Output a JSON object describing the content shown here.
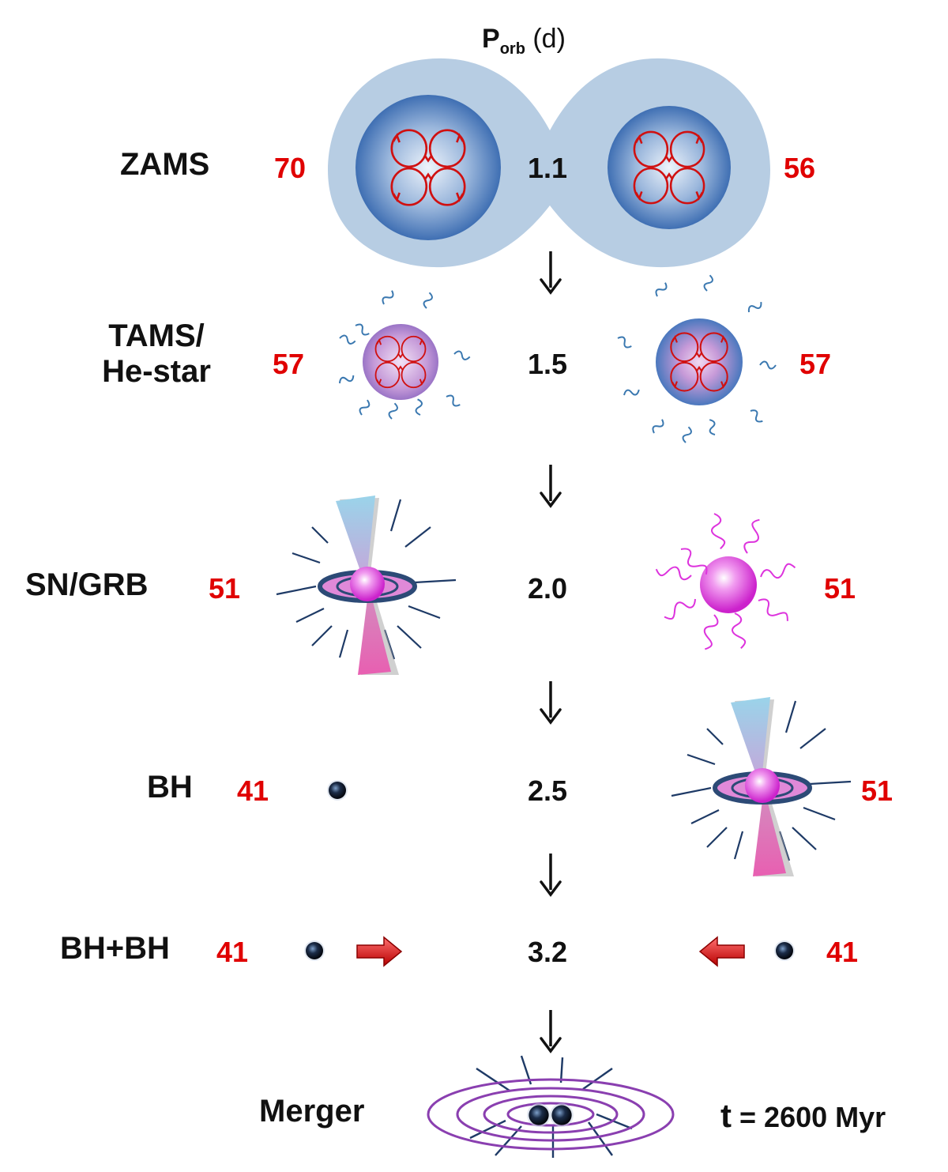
{
  "header": {
    "symbol": "P",
    "subscript": "orb",
    "unit": "(d)"
  },
  "stages": [
    {
      "label": "ZAMS",
      "left_mass": "70",
      "period": "1.1",
      "right_mass": "56"
    },
    {
      "label_line1": "TAMS/",
      "label_line2": "He-star",
      "left_mass": "57",
      "period": "1.5",
      "right_mass": "57"
    },
    {
      "label": "SN/GRB",
      "left_mass": "51",
      "period": "2.0",
      "right_mass": "51"
    },
    {
      "label": "BH",
      "left_mass": "41",
      "period": "2.5",
      "right_mass": "51"
    },
    {
      "label": "BH+BH",
      "left_mass": "41",
      "period": "3.2",
      "right_mass": "41"
    },
    {
      "label": "Merger"
    }
  ],
  "merger_time": {
    "symbol": "t",
    "text": "= 2600 Myr"
  },
  "icons": {
    "binary": "contact-binary-star-icon",
    "star": "convective-star-icon",
    "grb": "gamma-ray-burst-icon",
    "sn": "supernova-star-icon",
    "bh": "black-hole-icon",
    "arrow": "arrow-down-icon",
    "approach": "red-arrow-icon",
    "merger": "gravitational-wave-merger-icon"
  },
  "colors": {
    "mass_text": "#e00000",
    "envelope": "#b7cde3",
    "star_blue": "#4c7cc0",
    "convection": "#d01010",
    "magenta": "#dd33dd",
    "wave_blue": "#3a78b0",
    "grb_pink": "#e864b6",
    "grb_cyan": "#8fd2e8",
    "orbit_purple": "#8a3fb0"
  }
}
